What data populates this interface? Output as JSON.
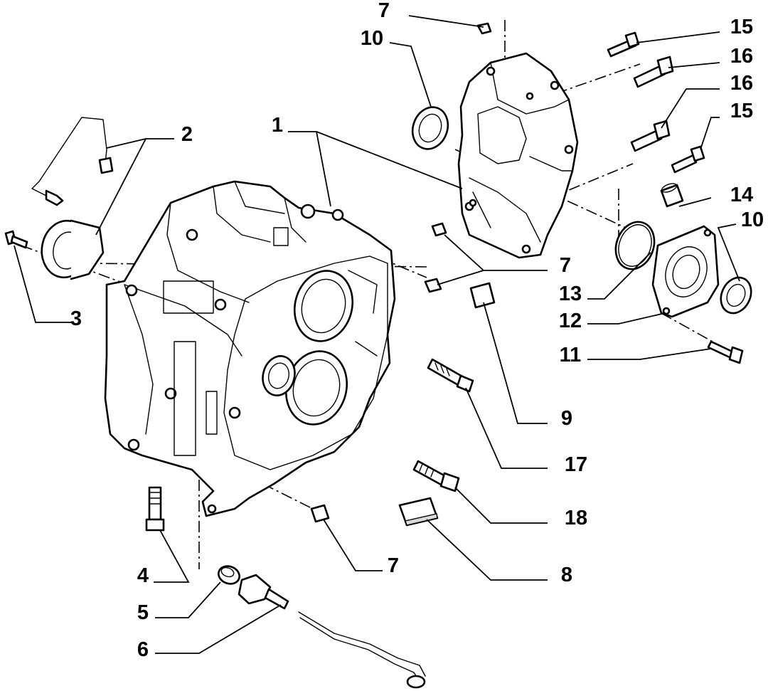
{
  "callouts": [
    {
      "id": "c7a",
      "label": "7"
    },
    {
      "id": "c10a",
      "label": "10"
    },
    {
      "id": "c15a",
      "label": "15"
    },
    {
      "id": "c16a",
      "label": "16"
    },
    {
      "id": "c16b",
      "label": "16"
    },
    {
      "id": "c15b",
      "label": "15"
    },
    {
      "id": "c2",
      "label": "2"
    },
    {
      "id": "c1",
      "label": "1"
    },
    {
      "id": "c14",
      "label": "14"
    },
    {
      "id": "c10b",
      "label": "10"
    },
    {
      "id": "c7b",
      "label": "7"
    },
    {
      "id": "c3",
      "label": "3"
    },
    {
      "id": "c13",
      "label": "13"
    },
    {
      "id": "c12",
      "label": "12"
    },
    {
      "id": "c11",
      "label": "11"
    },
    {
      "id": "c9",
      "label": "9"
    },
    {
      "id": "c17",
      "label": "17"
    },
    {
      "id": "c18",
      "label": "18"
    },
    {
      "id": "c7c",
      "label": "7"
    },
    {
      "id": "c4",
      "label": "4"
    },
    {
      "id": "c8",
      "label": "8"
    },
    {
      "id": "c5",
      "label": "5"
    },
    {
      "id": "c6",
      "label": "6"
    }
  ],
  "style": {
    "line_color": "#000000",
    "background": "#ffffff"
  }
}
